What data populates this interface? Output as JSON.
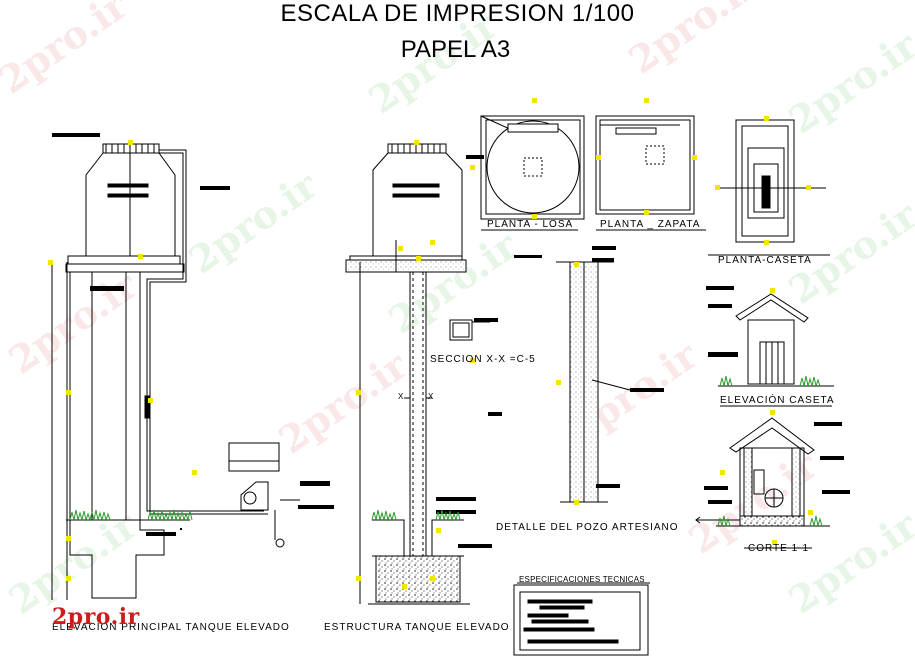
{
  "title": {
    "line1": "ESCALA DE IMPRESION 1/100",
    "line2": "PAPEL A3"
  },
  "labels": {
    "planta_losa": "PLANTA - LOSA",
    "planta_zapata": "PLANTA _ ZAPATA",
    "planta_caseta": "PLANTA-CASETA",
    "seccion": "SECCION X-X =C-5",
    "elevacion_caseta": "ELEVACIÓN CASETA",
    "detalle_pozo": "DETALLE DEL POZO ARTESIANO",
    "corte": "CORTE 1-1",
    "especificaciones": "ESPECIFICACIONES TECNICAS",
    "elevacion_principal": "ELEVACION PRINCIPAL TANQUE ELEVADO",
    "estructura": "ESTRUCTURA TANQUE ELEVADO",
    "x_left": "X",
    "x_right": "X"
  },
  "watermark": "2pro.ir",
  "logo": "2pro.ir",
  "colors": {
    "line": "#000000",
    "marker": "#f5e400",
    "grass": "#2e9a2e",
    "logo": "#d21a1a",
    "gray": "#7a7a7a"
  }
}
